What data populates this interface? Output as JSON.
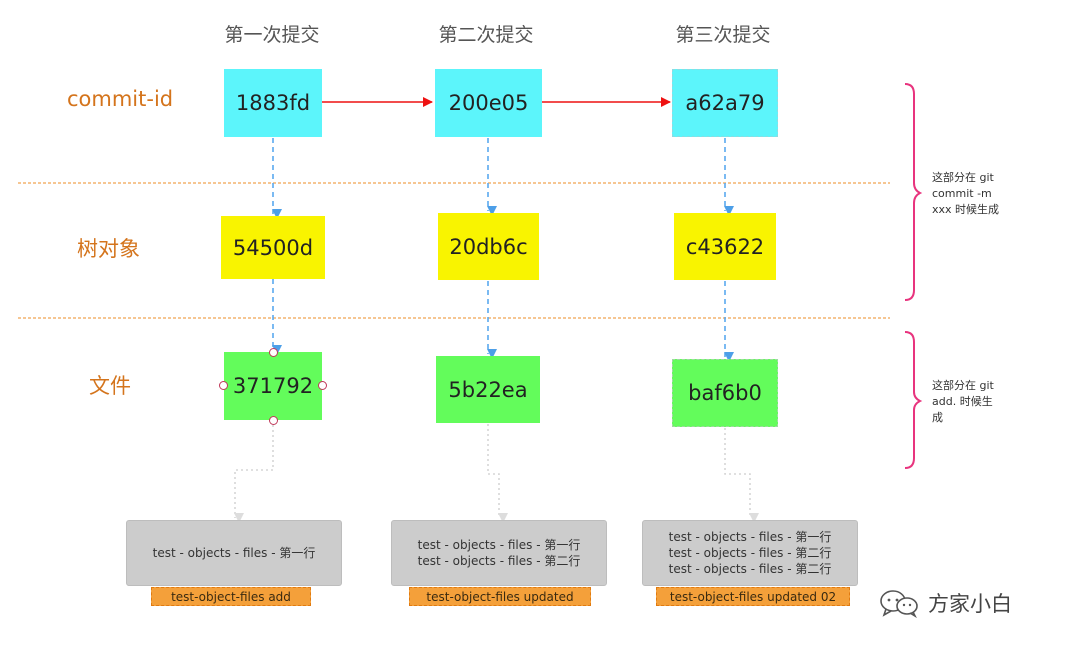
{
  "columns": {
    "titles": [
      "第一次提交",
      "第二次提交",
      "第三次提交"
    ]
  },
  "rows": {
    "commit_label": "commit-id",
    "tree_label": "树对象",
    "file_label": "文件"
  },
  "nodes": {
    "commit": [
      "1883fd",
      "200e05",
      "a62a79"
    ],
    "tree": [
      "54500d",
      "20db6c",
      "c43622"
    ],
    "blob": [
      "371792",
      "5b22ea",
      "baf6b0"
    ]
  },
  "contents": [
    {
      "lines": [
        "test - objects - files - 第一行"
      ],
      "tag": "test-object-files add"
    },
    {
      "lines": [
        "test - objects - files - 第一行",
        "test - objects - files - 第二行"
      ],
      "tag": "test-object-files updated"
    },
    {
      "lines": [
        "test - objects - files - 第一行",
        "test - objects - files - 第二行",
        "test - objects - files - 第二行"
      ],
      "tag": "test-object-files updated 02"
    }
  ],
  "notes": {
    "commit_note": [
      "这部分在 git",
      "commit -m",
      "xxx 时候生成"
    ],
    "add_note": [
      "这部分在 git",
      "add. 时候生",
      "成"
    ]
  },
  "watermark": "方家小白",
  "colors": {
    "commit": "#5cf5fb",
    "tree": "#f9f400",
    "blob": "#63fc5b",
    "content": "#cccccc",
    "tag": "#f4a03a",
    "label": "#d4741c",
    "red_arrow": "#ee1111",
    "blue_arrow": "#5aa9ee",
    "bracket": "#e8347e",
    "divider": "#f0a450"
  }
}
